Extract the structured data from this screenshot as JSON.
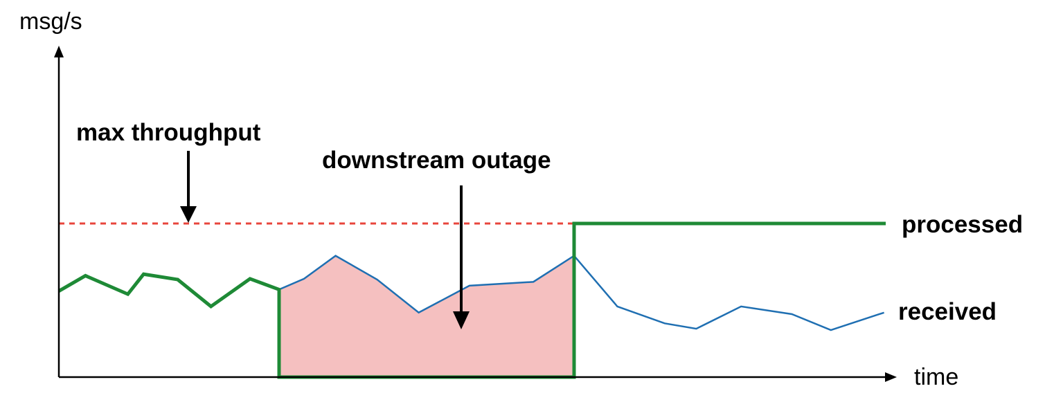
{
  "chart_data": {
    "type": "line",
    "title": "",
    "xlabel": "time",
    "ylabel": "msg/s",
    "xlim": [
      0,
      100
    ],
    "ylim": [
      0,
      200
    ],
    "max_throughput": 100,
    "series": [
      {
        "name": "received",
        "color": "#1f6fb2",
        "points": [
          [
            0,
            56
          ],
          [
            3.2,
            66
          ],
          [
            8.3,
            54
          ],
          [
            10.2,
            67
          ],
          [
            14.3,
            63.5
          ],
          [
            18.3,
            46
          ],
          [
            23,
            64
          ],
          [
            26.5,
            57
          ],
          [
            29.5,
            64
          ],
          [
            33.3,
            79
          ],
          [
            38.3,
            63.5
          ],
          [
            43.3,
            42
          ],
          [
            49.4,
            59.5
          ],
          [
            57.1,
            62
          ],
          [
            62,
            79
          ],
          [
            67.2,
            46
          ],
          [
            72.9,
            35
          ],
          [
            76.7,
            31.5
          ],
          [
            82.1,
            46
          ],
          [
            88.2,
            41
          ],
          [
            92.9,
            30.6
          ],
          [
            99.3,
            42
          ]
        ]
      },
      {
        "name": "processed",
        "color": "#1e8a36",
        "points": [
          [
            0,
            56
          ],
          [
            3.2,
            66
          ],
          [
            8.3,
            54
          ],
          [
            10.2,
            67
          ],
          [
            14.3,
            63.5
          ],
          [
            18.3,
            46
          ],
          [
            23,
            64
          ],
          [
            26.5,
            57
          ],
          [
            26.5,
            0
          ],
          [
            62,
            0
          ],
          [
            62,
            100
          ],
          [
            99.5,
            100
          ]
        ]
      }
    ],
    "outage_range": [
      26.5,
      62
    ],
    "annotations": {
      "max_throughput": "max throughput",
      "outage": "downstream outage"
    },
    "colors": {
      "threshold": "#e8453c",
      "backlog_fill": "#f5c0c0",
      "axis": "#000000"
    }
  }
}
